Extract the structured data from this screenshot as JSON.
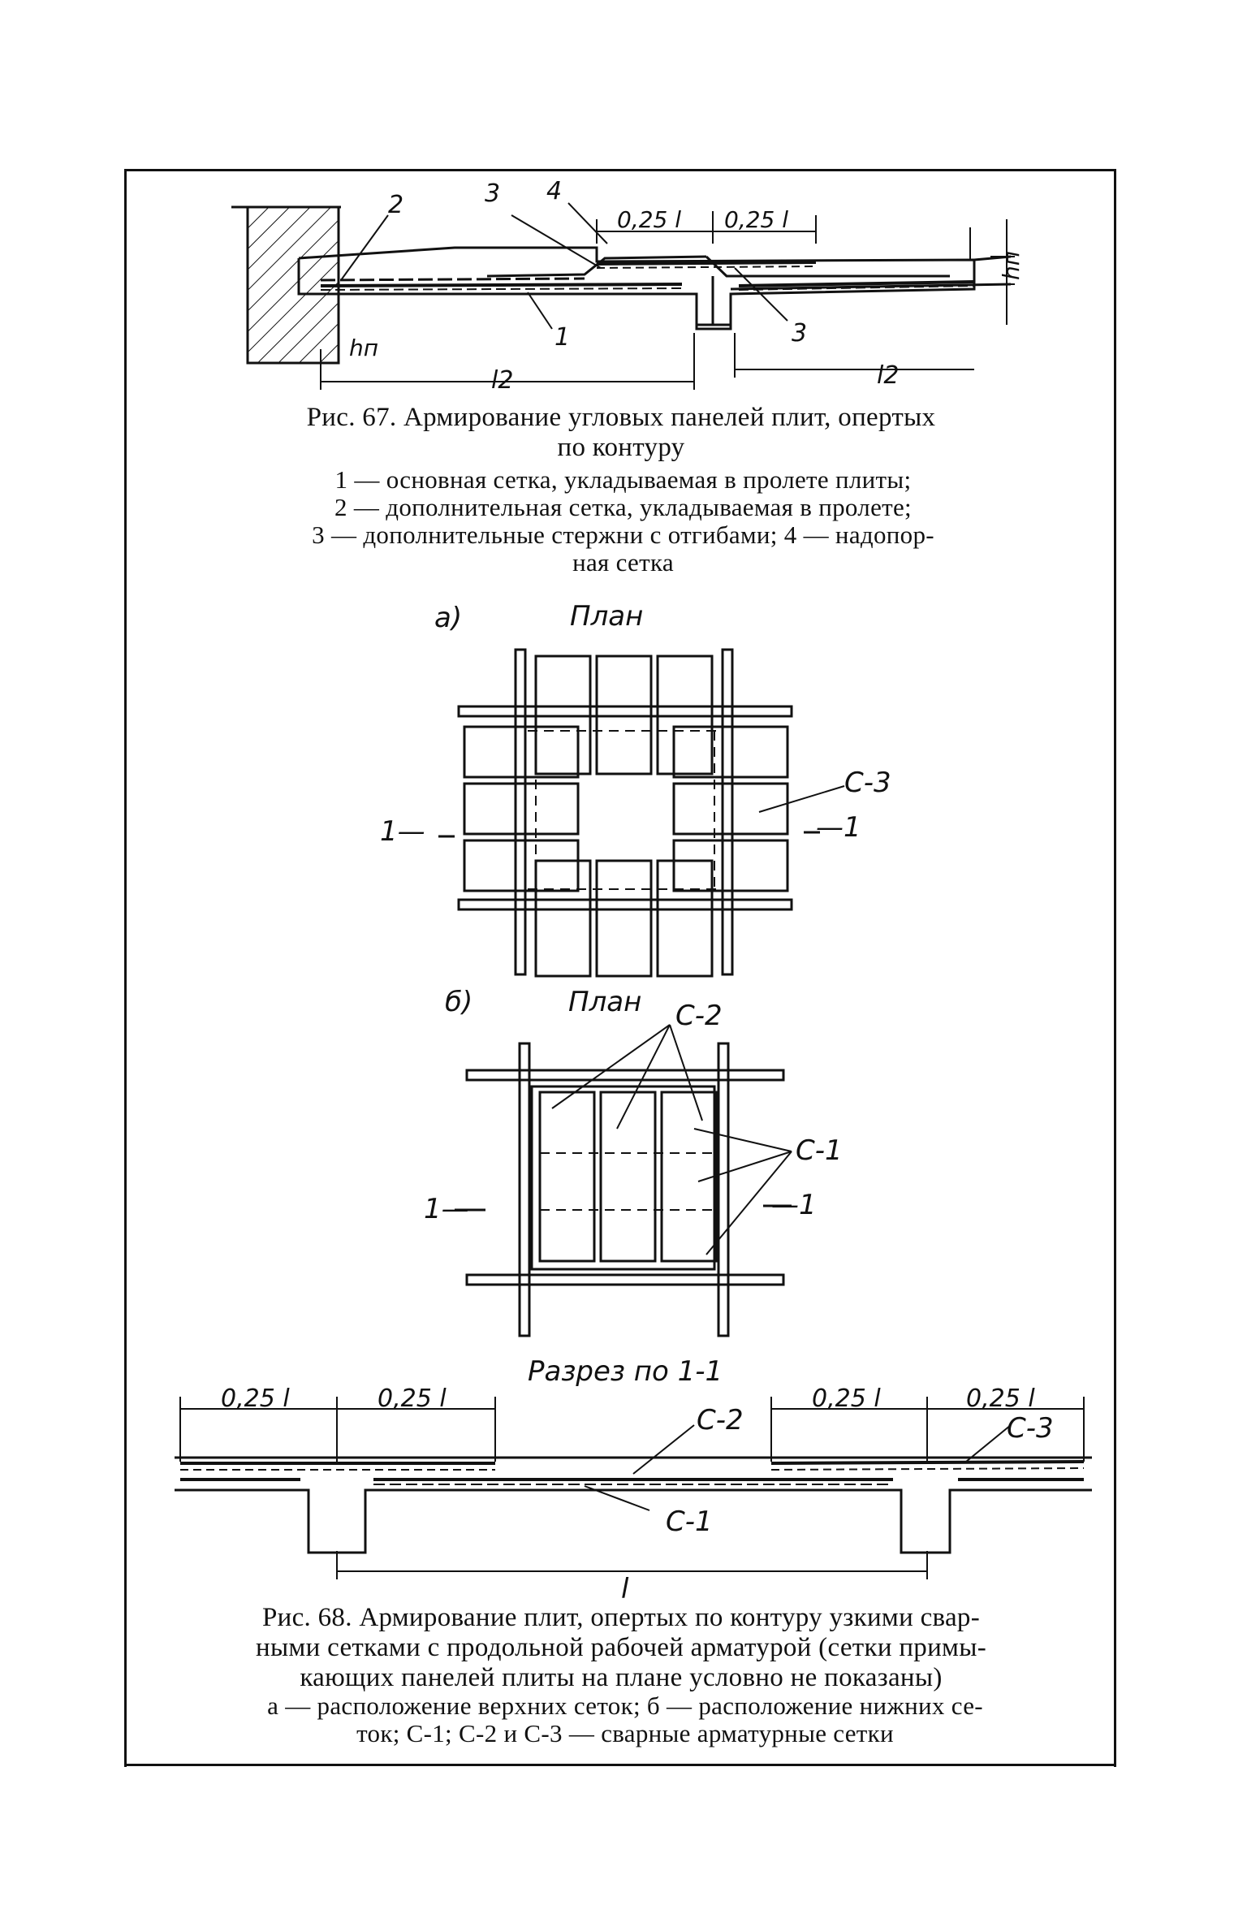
{
  "fig67": {
    "caption_lines": [
      "Рис. 67. Армирование угловых панелей плит, опертых",
      "по контуру"
    ],
    "legend_lines": [
      "1 — основная сетка, укладываемая в пролете плиты;",
      "2 — дополнительная сетка, укладываемая в пролете;",
      "3 — дополнительные стержни с отгибами; 4 — надопор-",
      "ная сетка"
    ],
    "labels": {
      "l1": "1",
      "l2": "2",
      "l3a": "3",
      "l3b": "3",
      "l4": "4",
      "dim_025l_a": "0,25 l",
      "dim_025l_b": "0,25 l",
      "hn_left": "hп",
      "hn_right": "hп",
      "l2_left": "l2",
      "l2_right": "l2"
    }
  },
  "fig68": {
    "plan_a": {
      "marker": "а)",
      "title": "План",
      "mesh_label": "С-3",
      "sec_left": "1—",
      "sec_right": "—1"
    },
    "plan_b": {
      "marker": "б)",
      "title": "План",
      "mesh_label_c2": "С-2",
      "mesh_label_c1": "С-1",
      "sec_left": "1—",
      "sec_right": "—1"
    },
    "section": {
      "title": "Разрез по 1-1",
      "dims": [
        "0,25 l",
        "0,25 l",
        "0,25 l",
        "0,25 l"
      ],
      "mesh_c2": "С-2",
      "mesh_c1": "С-1",
      "mesh_c3": "С-3",
      "span": "l"
    },
    "caption_lines": [
      "Рис. 68. Армирование плит, опертых по контуру узкими свар-",
      "ными сетками с продольной рабочей арматурой (сетки примы-",
      "кающих панелей плиты на плане условно не показаны)"
    ],
    "legend_lines": [
      "а — расположение верхних сеток; б — расположение нижних се-",
      "ток; С-1; С-2 и С-3 — сварные арматурные сетки"
    ]
  }
}
